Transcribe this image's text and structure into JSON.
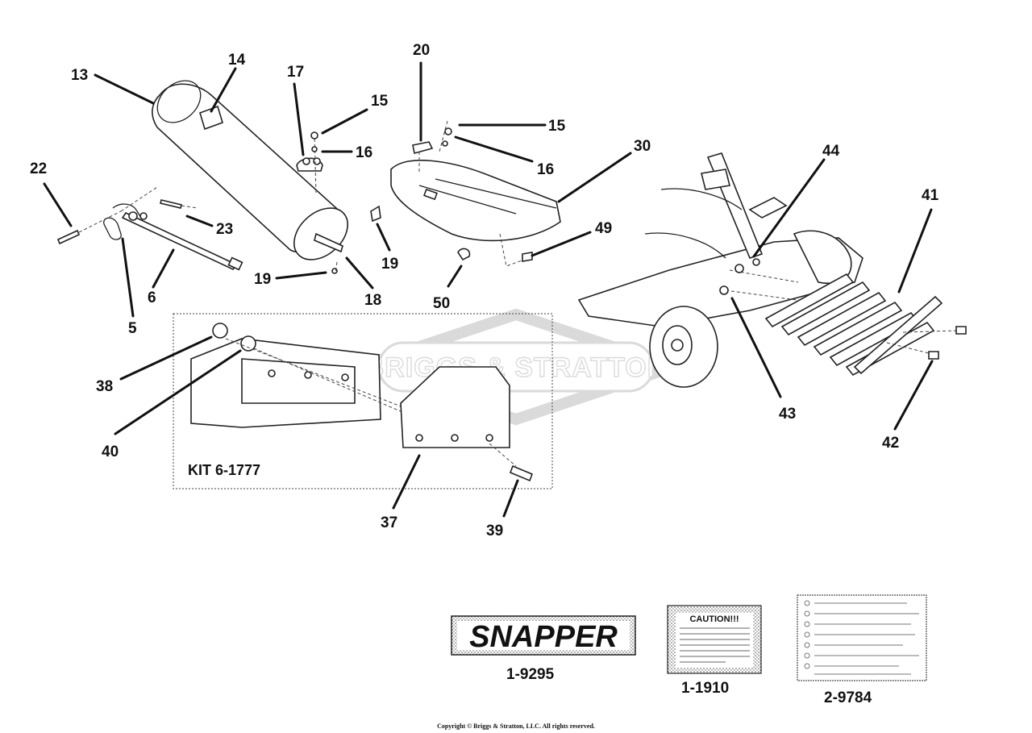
{
  "callouts": {
    "c13": "13",
    "c14": "14",
    "c17": "17",
    "c15a": "15",
    "c16a": "16",
    "c20": "20",
    "c15b": "15",
    "c16b": "16",
    "c30": "30",
    "c44": "44",
    "c41": "41",
    "c22": "22",
    "c23": "23",
    "c49": "49",
    "c6": "6",
    "c19a": "19",
    "c19b": "19",
    "c18": "18",
    "c50": "50",
    "c5": "5",
    "c38": "38",
    "c40": "40",
    "c43": "43",
    "c42": "42",
    "c37": "37",
    "c39": "39"
  },
  "kit": {
    "label": "KIT 6-1777"
  },
  "watermark": {
    "text": "BRIGGS & STRATTON"
  },
  "decals": {
    "snapper_logo": "SNAPPER",
    "snapper_part": "1-9295",
    "caution_title": "CAUTION!!!",
    "caution_part": "1-1910",
    "instruction_part": "2-9784"
  },
  "footer": {
    "copyright": "Copyright © Briggs & Stratton, LLC. All rights reserved."
  },
  "colors": {
    "ink": "#111111",
    "watermark": "#d8d8d8",
    "shading": "#bdbdbd"
  }
}
